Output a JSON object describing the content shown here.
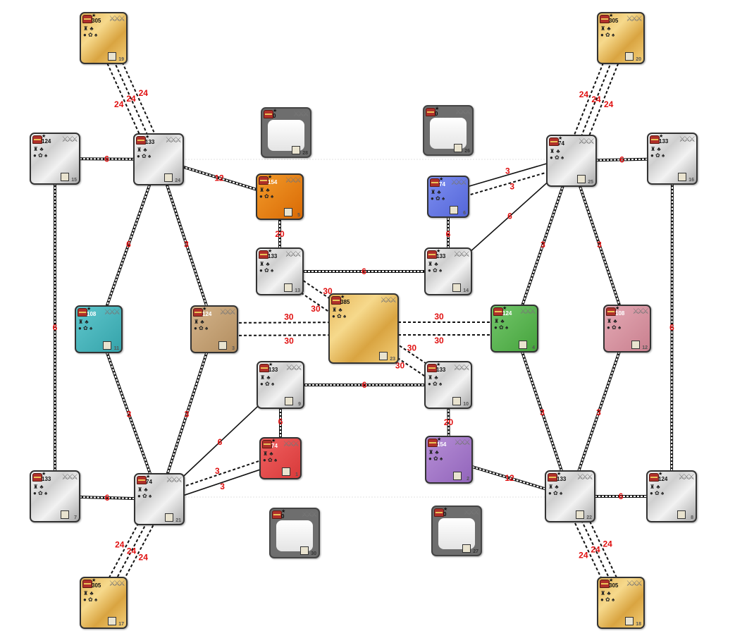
{
  "map": {
    "nodes": [
      {
        "id": "19",
        "level": "305",
        "type": "gold"
      },
      {
        "id": "20",
        "level": "305",
        "type": "gold"
      },
      {
        "id": "28",
        "level": "0",
        "type": "grey"
      },
      {
        "id": "26",
        "level": "0",
        "type": "grey"
      },
      {
        "id": "15",
        "level": "124",
        "type": "silver"
      },
      {
        "id": "24",
        "level": "133",
        "type": "silver"
      },
      {
        "id": "25",
        "level": "74",
        "type": "silver"
      },
      {
        "id": "16",
        "level": "133",
        "type": "silver"
      },
      {
        "id": "5",
        "level": "154",
        "type": "orange"
      },
      {
        "id": "6",
        "level": "74",
        "type": "blue"
      },
      {
        "id": "13",
        "level": "133",
        "type": "silver"
      },
      {
        "id": "14",
        "level": "133",
        "type": "silver"
      },
      {
        "id": "11",
        "level": "108",
        "type": "teal"
      },
      {
        "id": "3",
        "level": "124",
        "type": "tan"
      },
      {
        "id": "23",
        "level": "385",
        "type": "gold"
      },
      {
        "id": "4",
        "level": "124",
        "type": "green"
      },
      {
        "id": "12",
        "level": "108",
        "type": "pink"
      },
      {
        "id": "9",
        "level": "133",
        "type": "silver"
      },
      {
        "id": "10",
        "level": "133",
        "type": "silver"
      },
      {
        "id": "1",
        "level": "74",
        "type": "red"
      },
      {
        "id": "2",
        "level": "154",
        "type": "purple"
      },
      {
        "id": "7",
        "level": "133",
        "type": "silver"
      },
      {
        "id": "21",
        "level": "74",
        "type": "silver"
      },
      {
        "id": "22",
        "level": "133",
        "type": "silver"
      },
      {
        "id": "8",
        "level": "124",
        "type": "silver"
      },
      {
        "id": "30",
        "level": "0",
        "type": "grey"
      },
      {
        "id": "27",
        "level": "0",
        "type": "grey"
      },
      {
        "id": "17",
        "level": "305",
        "type": "gold"
      },
      {
        "id": "18",
        "level": "305",
        "type": "gold"
      }
    ],
    "edge_labels": [
      "24",
      "24",
      "24",
      "24",
      "24",
      "24",
      "24",
      "24",
      "24",
      "24",
      "24",
      "24",
      "6",
      "6",
      "6",
      "6",
      "12",
      "12",
      "20",
      "20",
      "6",
      "6",
      "6",
      "3",
      "3",
      "3",
      "3",
      "3",
      "3",
      "3",
      "3",
      "3",
      "3",
      "30",
      "30",
      "30",
      "30",
      "30",
      "30",
      "30",
      "30",
      "6",
      "6",
      "6",
      "6",
      "6",
      "6"
    ],
    "colors": {
      "edge_label": "#e01010",
      "gold": "#e6b75a",
      "silver": "#d0d0d0",
      "grey": "#6e6e6e"
    }
  }
}
